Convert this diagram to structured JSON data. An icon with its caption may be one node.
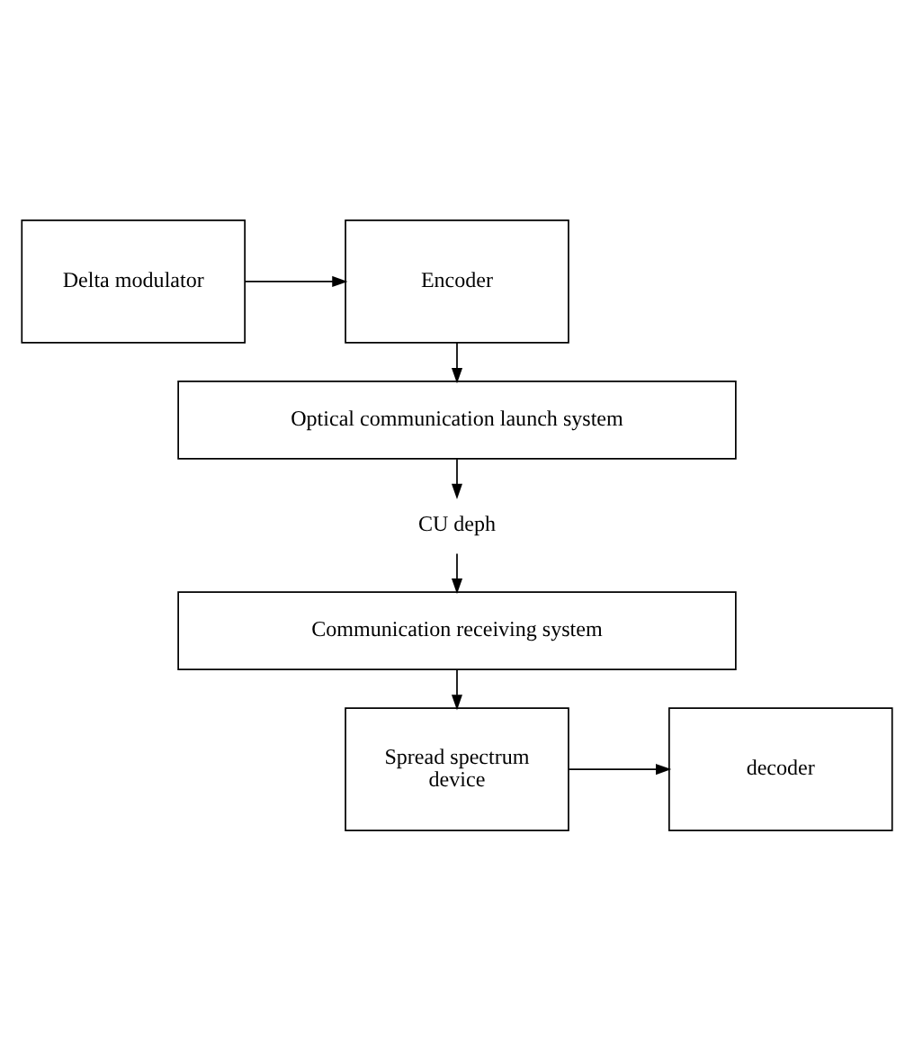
{
  "diagram": {
    "nodes": [
      {
        "text": [
          "Delta modulator"
        ]
      },
      {
        "text": [
          "Encoder"
        ]
      },
      {
        "text": [
          "Optical communication launch system"
        ]
      },
      {
        "text": [
          "CU deph"
        ]
      },
      {
        "text": [
          "Communication receiving system"
        ]
      },
      {
        "text": [
          "Spread spectrum device"
        ]
      },
      {
        "text": [
          "decoder"
        ]
      }
    ],
    "edges": [
      {
        "from": 0,
        "to": 1,
        "arrow": "to"
      },
      {
        "from": 1,
        "to": 2,
        "arrow": "to"
      },
      {
        "from": 2,
        "to": 3,
        "arrow": "to"
      },
      {
        "from": 3,
        "to": 4,
        "arrow": "to"
      },
      {
        "from": 4,
        "to": 5,
        "arrow": "to"
      },
      {
        "from": 5,
        "to": 6,
        "arrow": "to"
      }
    ]
  }
}
